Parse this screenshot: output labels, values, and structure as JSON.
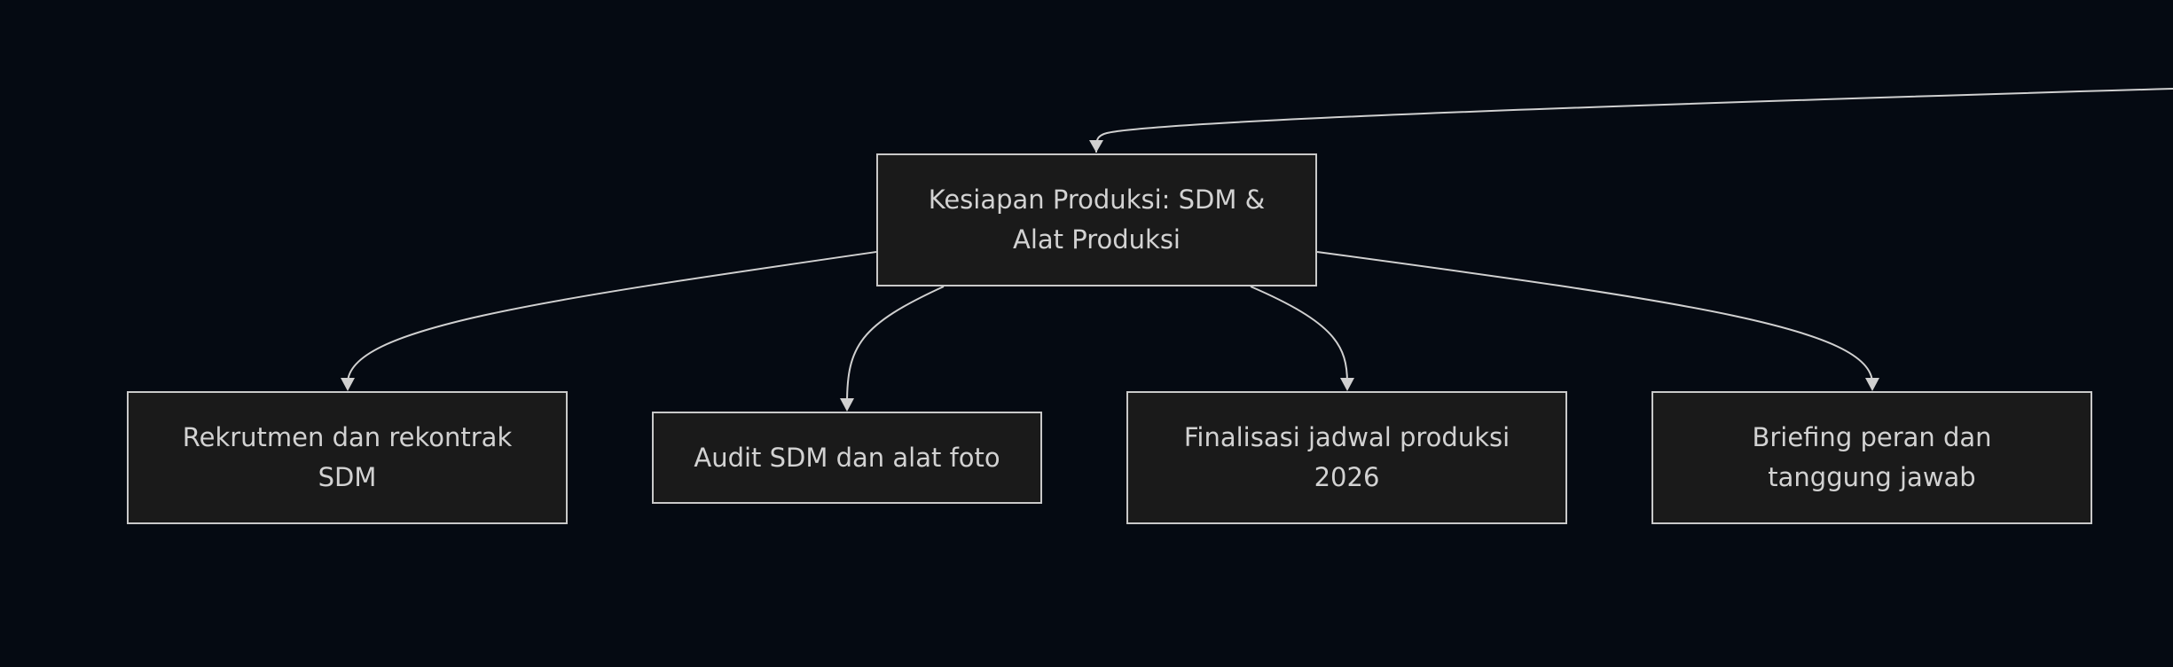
{
  "diagram": {
    "root": {
      "label": "Kesiapan Produksi: SDM &\nAlat Produksi"
    },
    "children": [
      {
        "label": "Rekrutmen dan rekontrak\nSDM"
      },
      {
        "label": "Audit SDM dan alat foto"
      },
      {
        "label": "Finalisasi jadwal produksi\n2026"
      },
      {
        "label": "Briefing peran dan\ntanggung jawab"
      }
    ],
    "colors": {
      "background": "#050a12",
      "node_fill": "#1a1a1a",
      "node_border": "#c9c9c9",
      "text": "#d2d2d2",
      "edge": "#d0d0d0"
    }
  }
}
